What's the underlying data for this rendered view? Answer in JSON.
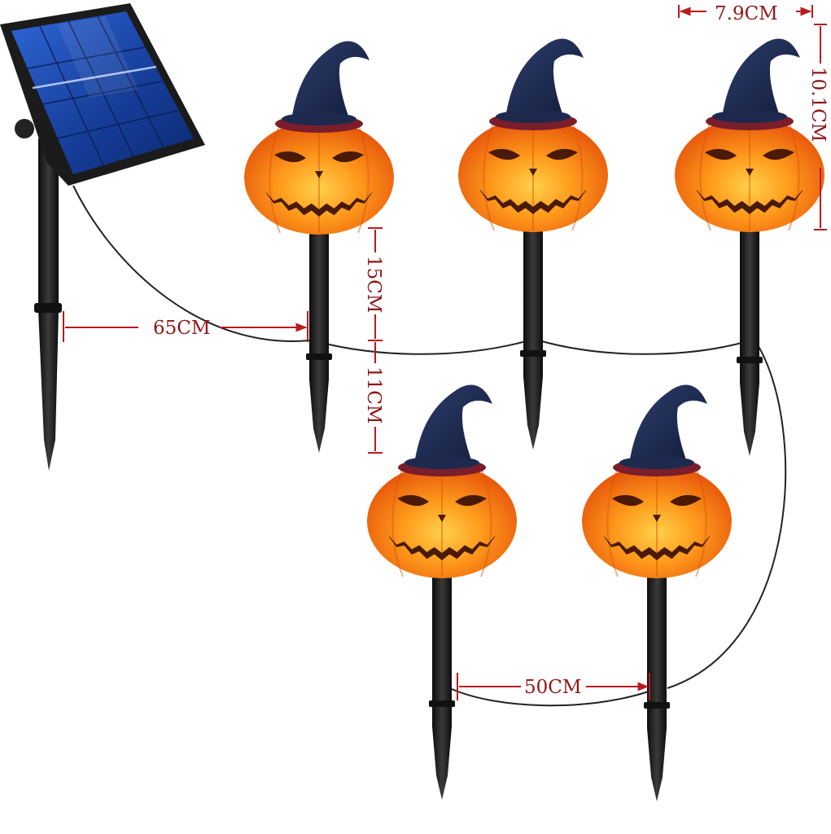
{
  "product": {
    "units": 5
  },
  "dimensions": {
    "width_label": "7.9CM",
    "height_label": "10.1CM",
    "cable_panel_label": "65CM",
    "upper_stake_label": "15CM",
    "lower_stake_label": "11CM",
    "spacing_label": "50CM"
  },
  "colors": {
    "pumpkin_bright": "#ffb22a",
    "pumpkin_mid": "#ff7a10",
    "pumpkin_dark": "#e5530a",
    "hat": "#1d2a4e",
    "hat_band": "#7a1e2b",
    "stake": "#1c1c1c",
    "dimension": "#b81c1c",
    "panel_cell": "#1f4fb3"
  }
}
